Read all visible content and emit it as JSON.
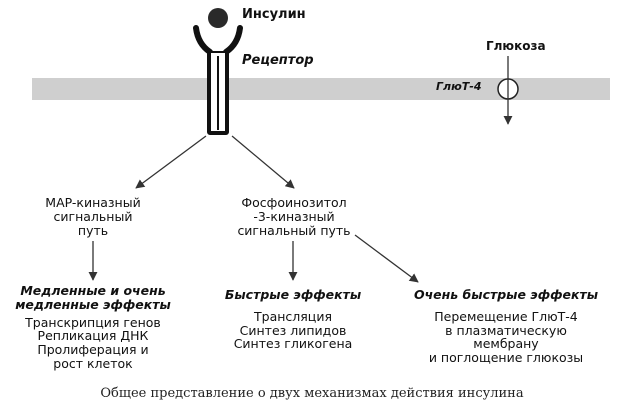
{
  "labels": {
    "insulin": "Инсулин",
    "receptor": "Рецептор",
    "glucose": "Глюкоза",
    "glut4": "ГлюТ-4"
  },
  "pathways": {
    "map": [
      "MAP-киназный",
      "сигнальный",
      "путь"
    ],
    "pi3k": [
      "Фосфоинозитол",
      "-3-киназный",
      "сигнальный путь"
    ]
  },
  "effects": {
    "slow": {
      "title": [
        "Медленные и очень",
        "медленные эффекты"
      ],
      "items": [
        "Транскрипция генов",
        "Репликация ДНК",
        "Пролиферация и",
        "рост клеток"
      ]
    },
    "fast": {
      "title": [
        "Быстрые эффекты"
      ],
      "items": [
        "Трансляция",
        "Синтез липидов",
        "Синтез гликогена"
      ]
    },
    "very_fast": {
      "title": [
        "Очень быстрые эффекты"
      ],
      "items": [
        "Перемещение ГлюТ-4",
        "в плазматическую",
        "мембрану",
        "и поглощение глюкозы"
      ]
    }
  },
  "caption": "Общее представление о двух механизмах действия инсулина",
  "colors": {
    "membrane": "#cfcfcf",
    "receptor_fill": "#ffffff",
    "insulin": "#2a2a2a",
    "line": "#333333"
  }
}
